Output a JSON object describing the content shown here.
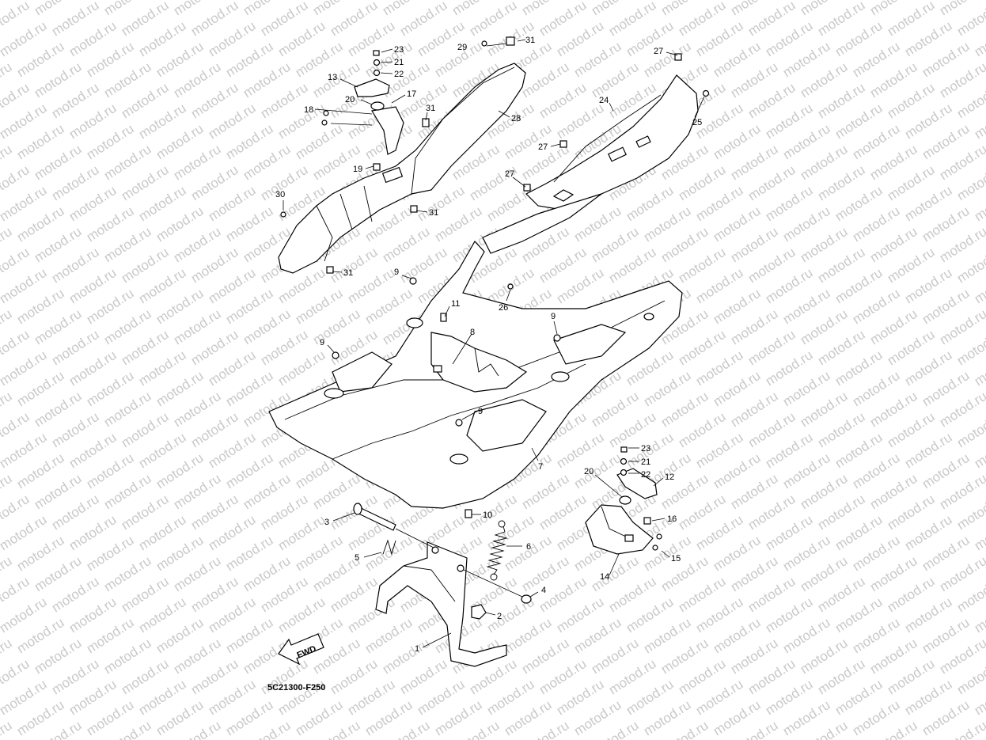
{
  "watermark_text": "motod.ru",
  "diagram_code": "5C21300-F250",
  "fwd_label": "FWD",
  "callouts": [
    {
      "id": "c23a",
      "label": "23"
    },
    {
      "id": "c21a",
      "label": "21"
    },
    {
      "id": "c22a",
      "label": "22"
    },
    {
      "id": "c13",
      "label": "13"
    },
    {
      "id": "c20a",
      "label": "20"
    },
    {
      "id": "c17",
      "label": "17"
    },
    {
      "id": "c18",
      "label": "18"
    },
    {
      "id": "c31a",
      "label": "31"
    },
    {
      "id": "c19",
      "label": "19"
    },
    {
      "id": "c30",
      "label": "30"
    },
    {
      "id": "c31b",
      "label": "31"
    },
    {
      "id": "c31c",
      "label": "31"
    },
    {
      "id": "c29",
      "label": "29"
    },
    {
      "id": "c31d",
      "label": "31"
    },
    {
      "id": "c28",
      "label": "28"
    },
    {
      "id": "c27a",
      "label": "27"
    },
    {
      "id": "c24",
      "label": "24"
    },
    {
      "id": "c25",
      "label": "25"
    },
    {
      "id": "c27b",
      "label": "27"
    },
    {
      "id": "c27c",
      "label": "27"
    },
    {
      "id": "c9a",
      "label": "9"
    },
    {
      "id": "c26",
      "label": "26"
    },
    {
      "id": "c11",
      "label": "11"
    },
    {
      "id": "c9b",
      "label": "9"
    },
    {
      "id": "c8",
      "label": "8"
    },
    {
      "id": "c9c",
      "label": "9"
    },
    {
      "id": "c9d",
      "label": "9"
    },
    {
      "id": "c7",
      "label": "7"
    },
    {
      "id": "c23b",
      "label": "23"
    },
    {
      "id": "c21b",
      "label": "21"
    },
    {
      "id": "c22b",
      "label": "22"
    },
    {
      "id": "c20b",
      "label": "20"
    },
    {
      "id": "c12",
      "label": "12"
    },
    {
      "id": "c10",
      "label": "10"
    },
    {
      "id": "c3",
      "label": "3"
    },
    {
      "id": "c16",
      "label": "16"
    },
    {
      "id": "c6",
      "label": "6"
    },
    {
      "id": "c5",
      "label": "5"
    },
    {
      "id": "c15",
      "label": "15"
    },
    {
      "id": "c14",
      "label": "14"
    },
    {
      "id": "c4",
      "label": "4"
    },
    {
      "id": "c2",
      "label": "2"
    },
    {
      "id": "c1",
      "label": "1"
    }
  ]
}
